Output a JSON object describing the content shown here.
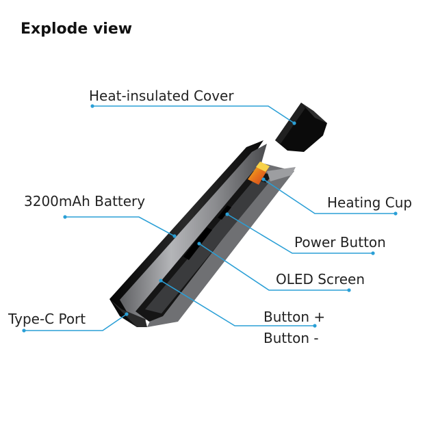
{
  "title": "Explode view",
  "labels": {
    "cover": "Heat-insulated Cover",
    "battery": "3200mAh Battery",
    "heating_cup": "Heating Cup",
    "power_button": "Power Button",
    "oled": "OLED Screen",
    "type_c": "Type-C Port",
    "button_plus": "Button +",
    "button_minus": "Button -"
  },
  "colors": {
    "leader": "#2a9fd6",
    "body_dark": "#1a1a1a",
    "body_metal": "#8e8f92",
    "heating_cup": "#e8731c"
  }
}
